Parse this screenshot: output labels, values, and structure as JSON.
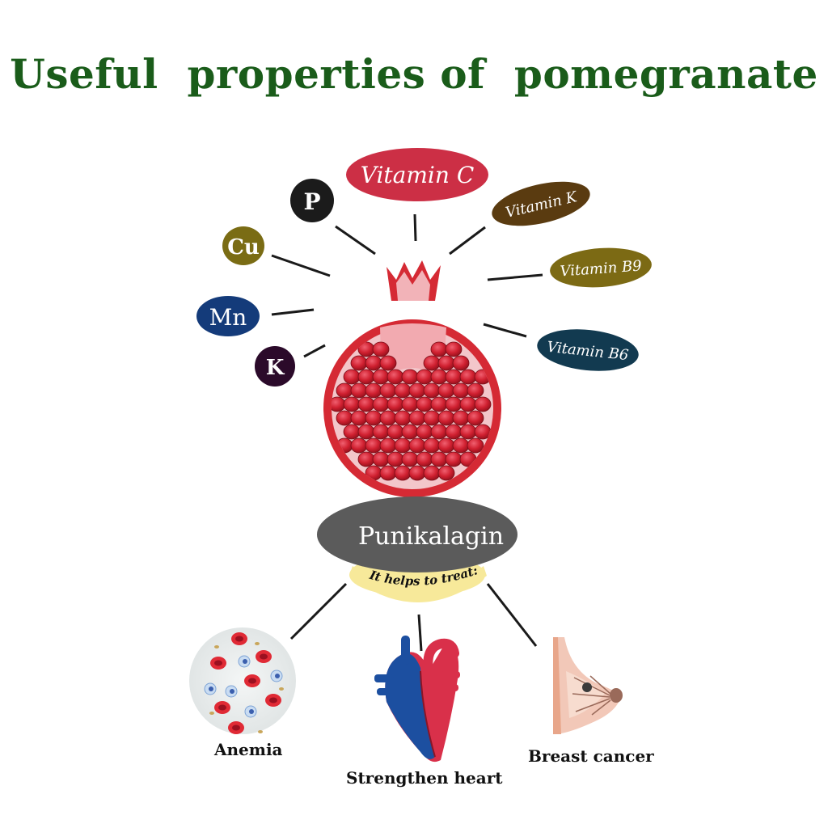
{
  "title": "Useful  properties of  pomegranate",
  "colors": {
    "title": "#1a5c1a",
    "vitamin_c": "#cc2f45",
    "vitamin_k": "#5a3b10",
    "vitamin_b9": "#7c6a14",
    "vitamin_b6": "#123a50",
    "p": "#1b1b1b",
    "cu": "#7a6c14",
    "mn": "#143b7a",
    "k": "#2b0a2a",
    "punikalagin": "#5b5b5b",
    "banner": "#f7e99a",
    "fruit": "#d52a34"
  },
  "nutrients": {
    "vitamin_c": "Vitamin C",
    "vitamin_k": "Vitamin K",
    "vitamin_b9": "Vitamin B9",
    "vitamin_b6": "Vitamin B6",
    "p": "P",
    "cu": "Cu",
    "mn": "Mn",
    "k": "K"
  },
  "compound": "Punikalagin",
  "helps_label": "It helps to treat:",
  "conditions": {
    "anemia": "Anemia",
    "heart": "Strengthen heart",
    "breast": "Breast cancer"
  }
}
